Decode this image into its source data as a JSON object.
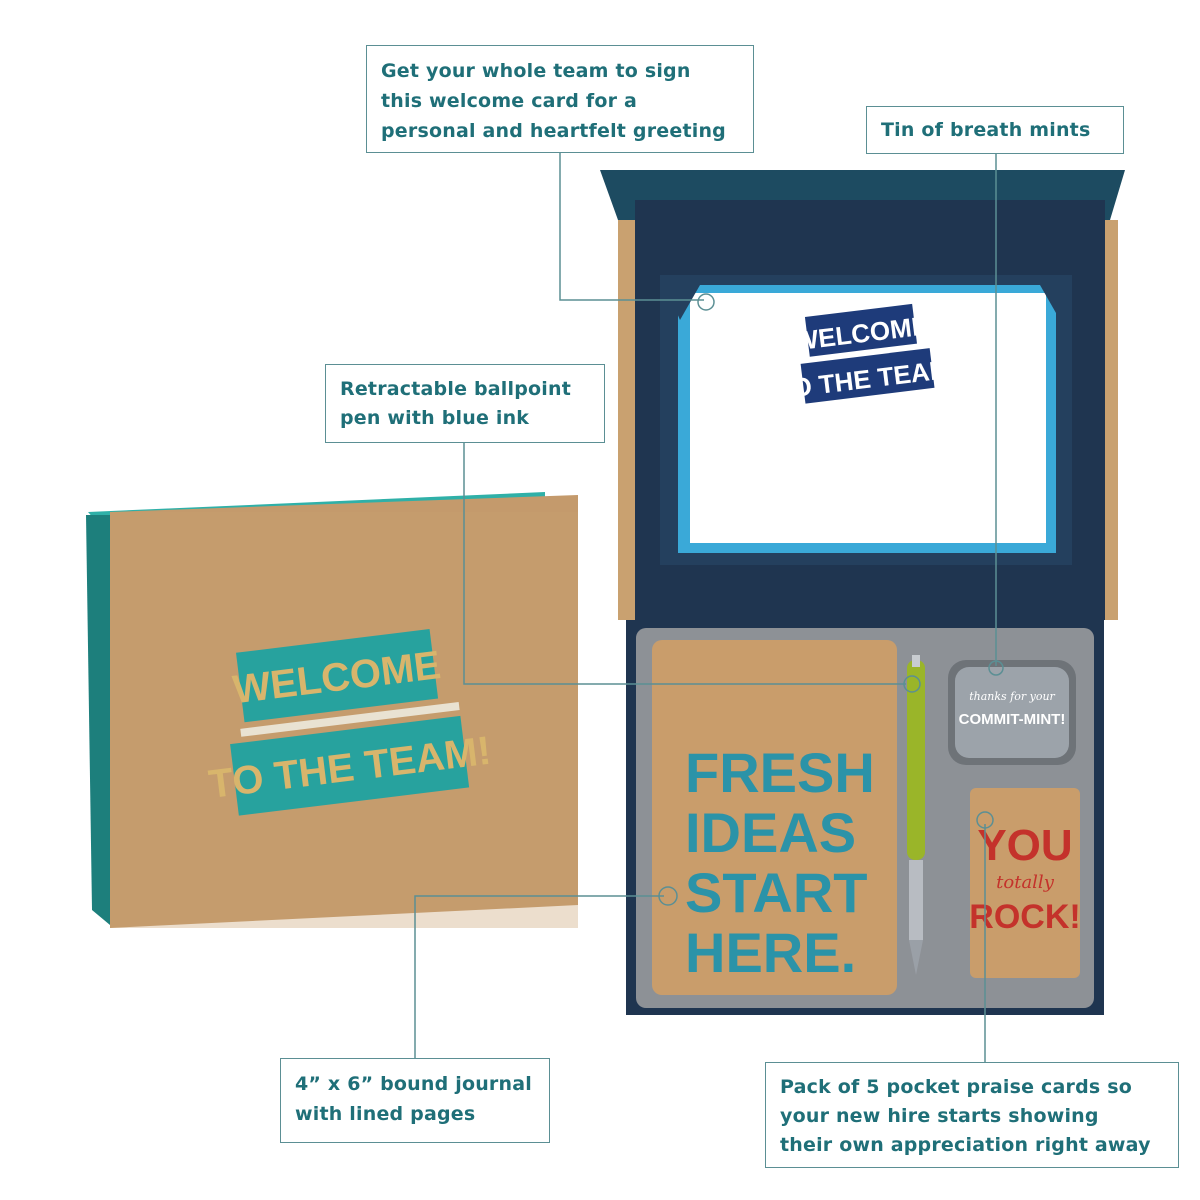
{
  "callouts": {
    "card": "Get your whole team to sign\nthis welcome card for a\npersonal and heartfelt greeting",
    "mints": "Tin of breath mints",
    "pen": "Retractable ballpoint\npen with blue ink",
    "journal": "4” x 6” bound journal\nwith lined pages",
    "praise": "Pack of 5 pocket praise cards so\nyour new hire starts showing\ntheir own appreciation right away"
  },
  "box_lid": {
    "line1": "WELCOME",
    "line2": "TO THE TEAM!"
  },
  "welcome_card": {
    "line1": "WELCOME",
    "line2": "TO THE TEAM!"
  },
  "journal": {
    "lines": [
      "FRESH",
      "IDEAS",
      "START",
      "HERE."
    ]
  },
  "mint_tin": {
    "small": "thanks for your",
    "big": "COMMIT-MINT!"
  },
  "praise_card": {
    "line1": "YOU",
    "line2": "totally",
    "line3": "ROCK!"
  },
  "colors": {
    "teal": "#2a9a97",
    "kraft": "#c49a6c",
    "navy": "#1f3550",
    "accent_text": "#1f6f78",
    "red": "#c4322b"
  }
}
